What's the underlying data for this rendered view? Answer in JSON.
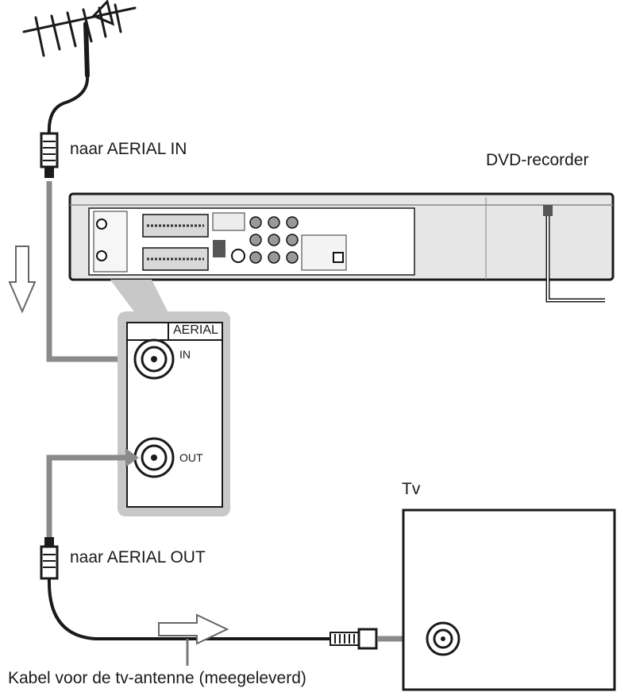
{
  "labels": {
    "to_aerial_in": "naar AERIAL IN",
    "dvd_recorder": "DVD-recorder",
    "to_aerial_out": "naar AERIAL OUT",
    "tv": "Tv",
    "cable": "Kabel voor de tv-antenne (meegeleverd)"
  },
  "panel": {
    "title": "AERIAL",
    "in_label": "IN",
    "out_label": "OUT"
  },
  "colors": {
    "line": "#1a1a1a",
    "cable_gray": "#8a8a8a",
    "callout_gray": "#c8c8c8",
    "recorder_body": "#e6e6e6",
    "panel_fill": "#ffffff"
  }
}
